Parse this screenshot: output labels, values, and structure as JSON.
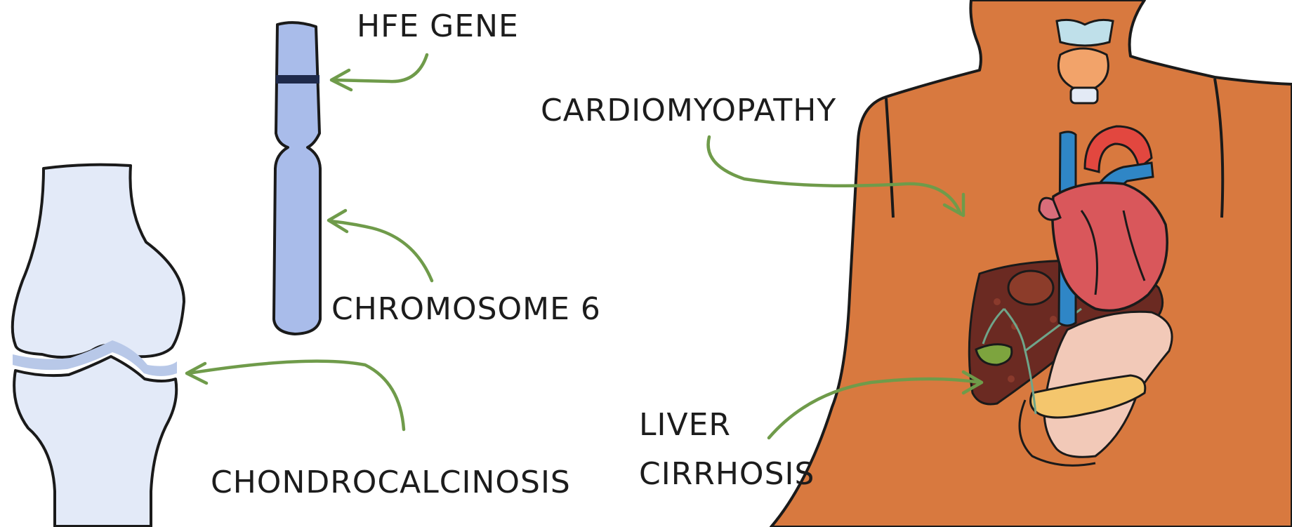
{
  "labels": {
    "hfe_gene": "HFE GENE",
    "chromosome": "CHROMOSOME 6",
    "chondrocalcinosis": "CHONDROCALCINOSIS",
    "cardiomyopathy": "CARDIOMYOPATHY",
    "liver_line1": "LIVER",
    "liver_line2": "CIRRHOSIS"
  },
  "colors": {
    "body_skin": "#d8793f",
    "chromosome": "#a9bcea",
    "chromosome_band": "#1f2a4a",
    "knee_bone": "#e3eaf8",
    "knee_cartilage": "#b8c8e8",
    "heart": "#d9575b",
    "aorta": "#e2473f",
    "vessel_blue": "#2f86c6",
    "liver": "#6b2a22",
    "gallbladder": "#7da43e",
    "stomach": "#f2c9b8",
    "pancreas": "#f4c66d",
    "thyroid": "#bfe0ea",
    "larynx": "#f2a36a",
    "arrow": "#6f9b4a"
  }
}
